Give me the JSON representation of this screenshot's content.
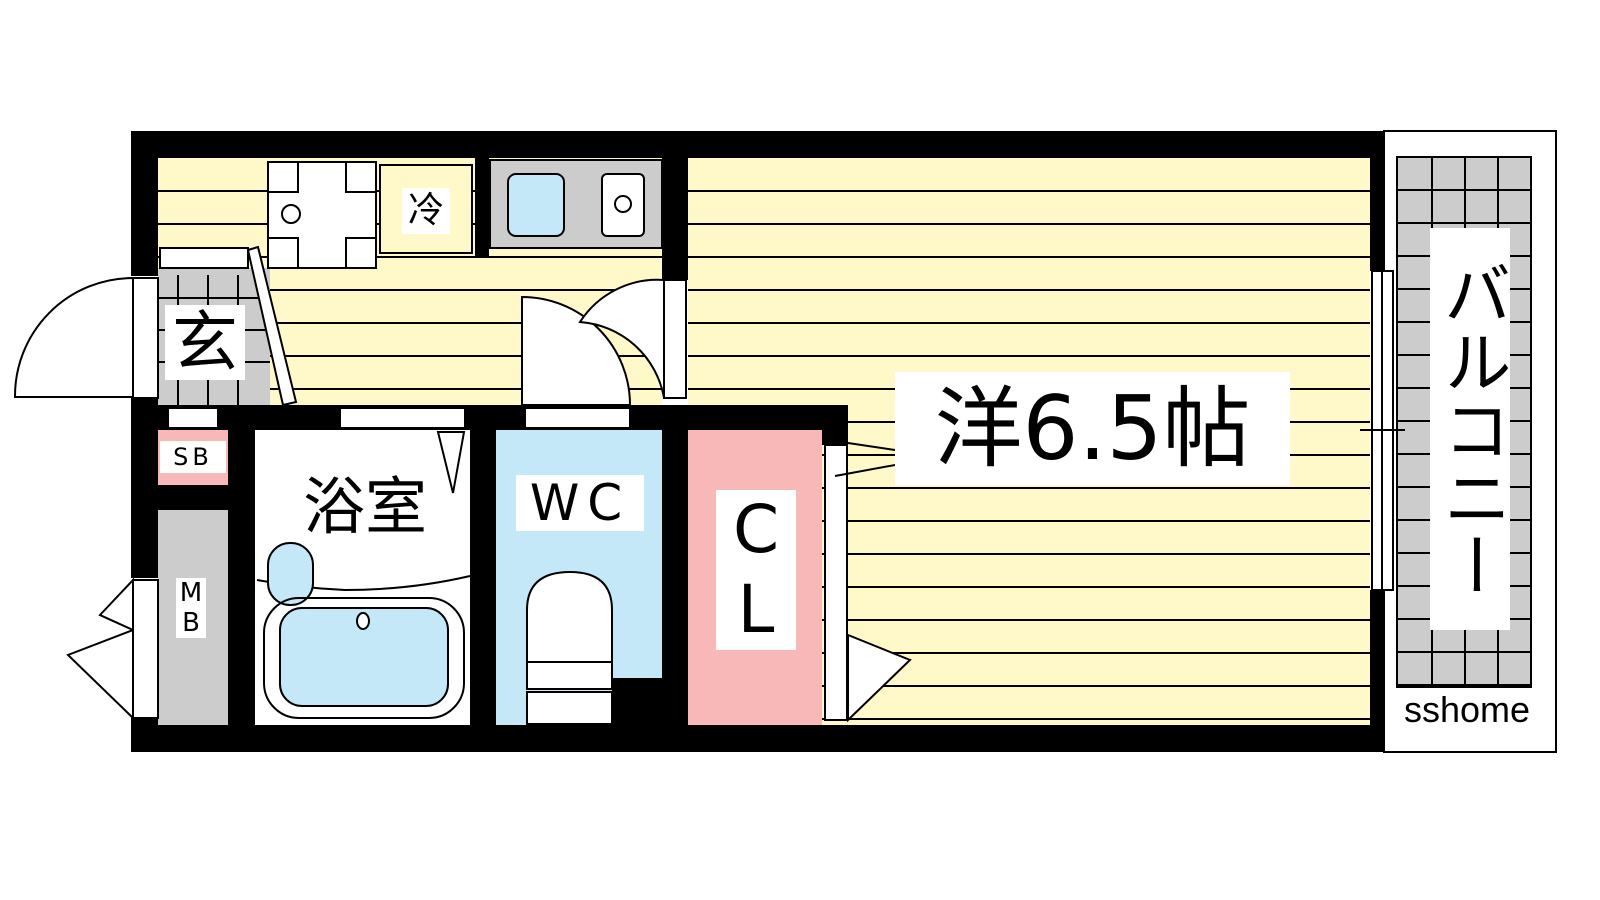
{
  "rooms": {
    "western_room": "洋6.5帖",
    "bath": "浴室",
    "toilet": "WC",
    "closet_c": "C",
    "closet_l": "L",
    "entrance": "玄",
    "shoe_box": "SB",
    "meter_box_m": "M",
    "meter_box_b": "B",
    "fridge": "冷",
    "balcony": "バルコニー"
  },
  "watermark": "sshome",
  "colors": {
    "floor": "#fff8c8",
    "wall": "#000000",
    "water": "#c4e8f8",
    "closet": "#f8b8b8",
    "storage": "#cccccc"
  }
}
